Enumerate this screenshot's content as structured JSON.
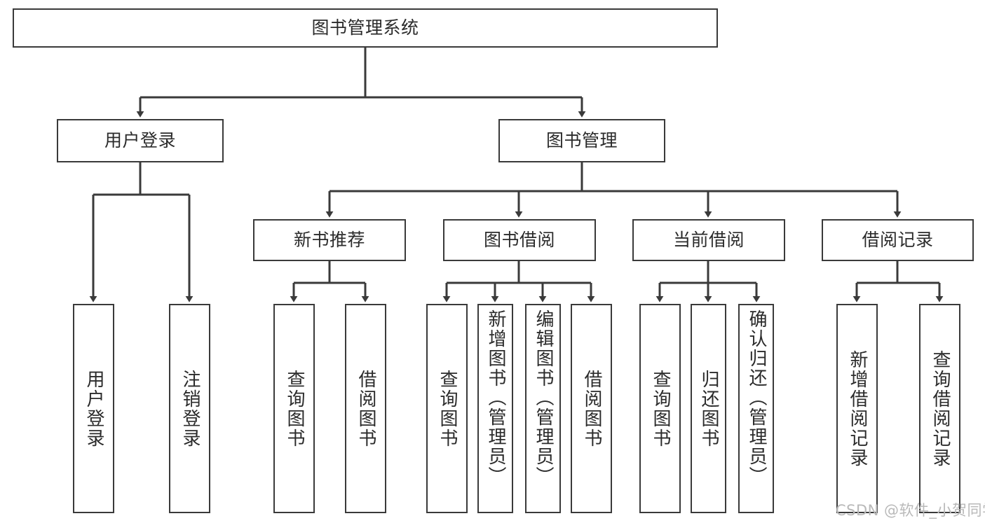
{
  "diagram": {
    "title": "图书管理系统",
    "type": "function-structure-tree",
    "stroke_color": "#3a3a3a",
    "fill_color": "#ffffff",
    "text_color": "#2b2b2b",
    "background": "#ffffff"
  },
  "root": {
    "label": "图书管理系统"
  },
  "level2": [
    {
      "label": "用户登录"
    },
    {
      "label": "图书管理"
    }
  ],
  "level3": [
    {
      "label": "新书推荐"
    },
    {
      "label": "图书借阅"
    },
    {
      "label": "当前借阅"
    },
    {
      "label": "借阅记录"
    }
  ],
  "leaves": {
    "user_login": [
      {
        "label": "用户登录"
      },
      {
        "label": "注销登录"
      }
    ],
    "new_book_recommend": [
      {
        "label": "查询图书"
      },
      {
        "label": "借阅图书"
      }
    ],
    "book_borrow": [
      {
        "label": "查询图书"
      },
      {
        "label": "新增图书（管理员）"
      },
      {
        "label": "编辑图书（管理员）"
      },
      {
        "label": "借阅图书"
      }
    ],
    "current_borrow": [
      {
        "label": "查询图书"
      },
      {
        "label": "归还图书"
      },
      {
        "label": "确认归还（管理员）"
      }
    ],
    "borrow_record": [
      {
        "label": "新增借阅记录"
      },
      {
        "label": "查询借阅记录"
      }
    ]
  },
  "watermark": {
    "text": "CSDN @软件_小贺同学",
    "color": "#b9b9b9"
  }
}
